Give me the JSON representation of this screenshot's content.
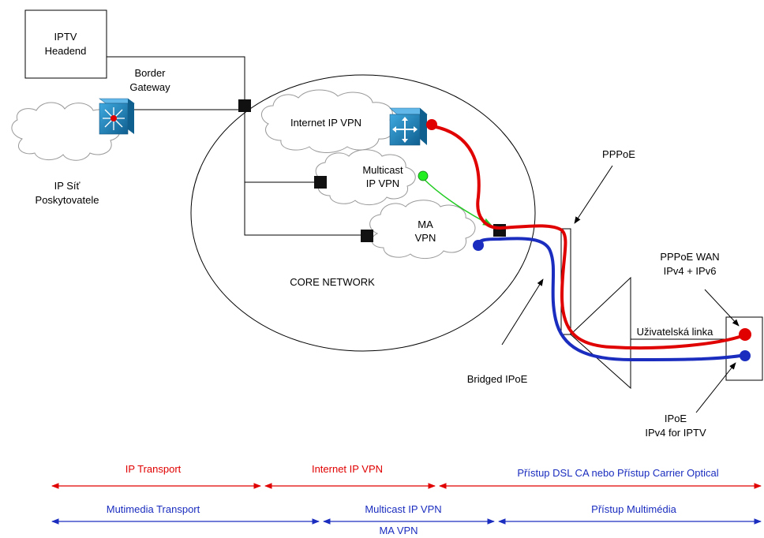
{
  "labels": {
    "iptv_headend": [
      "IPTV",
      "Headend"
    ],
    "border_gateway": [
      "Border",
      "Gateway"
    ],
    "provider_network": [
      "IP Síť",
      "Poskytovatele"
    ],
    "internet_ip_vpn_cloud": "Internet IP VPN",
    "multicast_ip_vpn_cloud": [
      "Multicast",
      "IP VPN"
    ],
    "ma_vpn_cloud": [
      "MA",
      "VPN"
    ],
    "core_network": "CORE NETWORK",
    "pppoe": "PPPoE",
    "bridged_ipoe": "Bridged IPoE",
    "user_line": "Uživatelská linka",
    "pppoe_wan": [
      "PPPoE WAN",
      "IPv4 + IPv6"
    ],
    "ipoe_iptv": [
      "IPoE",
      "IPv4 for IPTV"
    ]
  },
  "spans": {
    "red_row": [
      "IP Transport",
      "Internet IP VPN",
      "Přístup DSL CA  nebo Přístup Carrier Optical"
    ],
    "blue_row": [
      "Mutimedia Transport",
      "Multicast IP VPN",
      "Přístup Multimédia"
    ],
    "blue_bottom": "MA VPN"
  },
  "colors": {
    "red": "#e00000",
    "blue": "#1a2dbf",
    "green": "#22cc22",
    "device": "#1b7fb8"
  },
  "icons": [
    "star-switch-icon",
    "router-icon"
  ]
}
